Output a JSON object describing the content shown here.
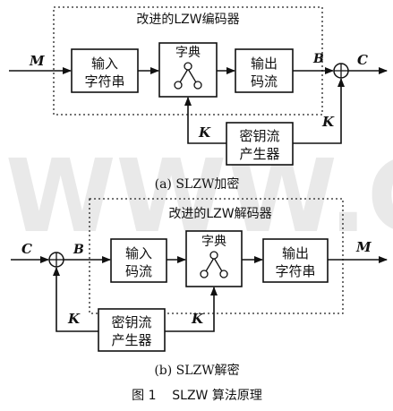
{
  "watermark": "WWW.C",
  "encoder": {
    "title": "改进的LZW编码器",
    "input_box": [
      "输入",
      "字符串"
    ],
    "dict_box": "字典",
    "output_box": [
      "输出",
      "码流"
    ],
    "in_symbol": "M",
    "mid_symbol": "B",
    "out_symbol": "C",
    "key_symbol": "K",
    "keygen_box": [
      "密钥流",
      "产生器"
    ],
    "caption": "(a) SLZW加密"
  },
  "decoder": {
    "title": "改进的LZW解码器",
    "input_box": [
      "输入",
      "码流"
    ],
    "dict_box": "字典",
    "output_box": [
      "输出",
      "字符串"
    ],
    "in_symbol": "C",
    "mid_symbol": "B",
    "out_symbol": "M",
    "key_symbol": "K",
    "keygen_box": [
      "密钥流",
      "产生器"
    ],
    "caption": "(b) SLZW解密"
  },
  "figure_caption": "图 1    SLZW 算法原理"
}
